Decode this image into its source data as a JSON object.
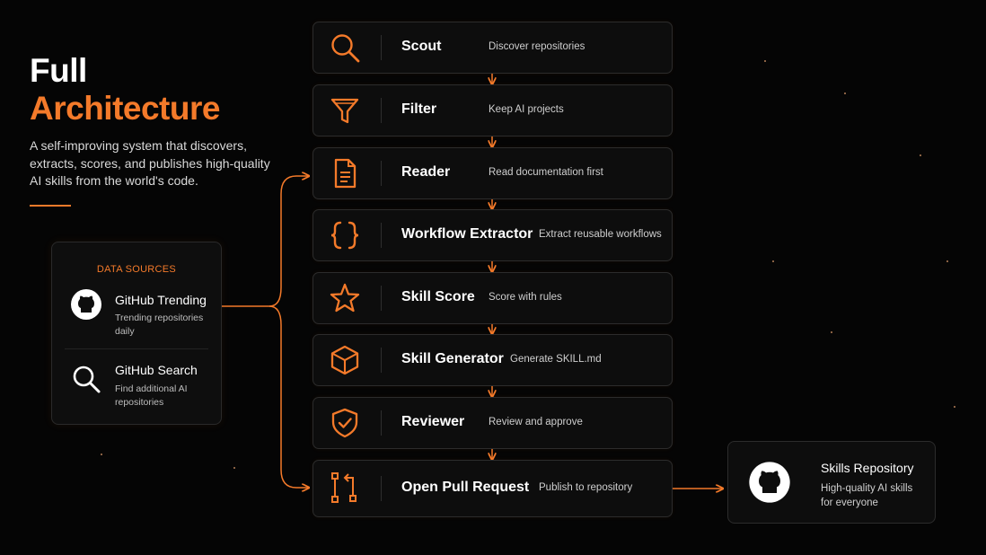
{
  "header": {
    "title_line1": "Full",
    "title_line2": "Architecture",
    "subtitle": "A self-improving system that discovers, extracts, scores, and publishes high-quality AI skills from the world's code."
  },
  "data_sources": {
    "heading": "DATA SOURCES",
    "items": [
      {
        "title": "GitHub Trending",
        "desc": "Trending repositories daily",
        "icon": "github-icon"
      },
      {
        "title": "GitHub Search",
        "desc": "Find additional AI repositories",
        "icon": "search-icon"
      }
    ]
  },
  "pipeline": [
    {
      "name": "Scout",
      "desc": "Discover repositories",
      "icon": "search-icon"
    },
    {
      "name": "Filter",
      "desc": "Keep AI projects",
      "icon": "filter-icon"
    },
    {
      "name": "Reader",
      "desc": "Read documentation first",
      "icon": "document-icon"
    },
    {
      "name": "Workflow Extractor",
      "desc": "Extract reusable workflows",
      "icon": "braces-icon"
    },
    {
      "name": "Skill Score",
      "desc": "Score with rules",
      "icon": "star-icon"
    },
    {
      "name": "Skill Generator",
      "desc": "Generate SKILL.md",
      "icon": "cube-icon"
    },
    {
      "name": "Reviewer",
      "desc": "Review and approve",
      "icon": "shield-check-icon"
    },
    {
      "name": "Open Pull Request",
      "desc": "Publish to repository",
      "icon": "pull-request-icon"
    }
  ],
  "output": {
    "title": "Skills Repository",
    "desc": "High-quality AI skills for everyone",
    "icon": "github-icon"
  },
  "colors": {
    "accent": "#f47a2a",
    "background": "#050505",
    "card": "#0d0d0d",
    "border": "#2c2c2c"
  }
}
